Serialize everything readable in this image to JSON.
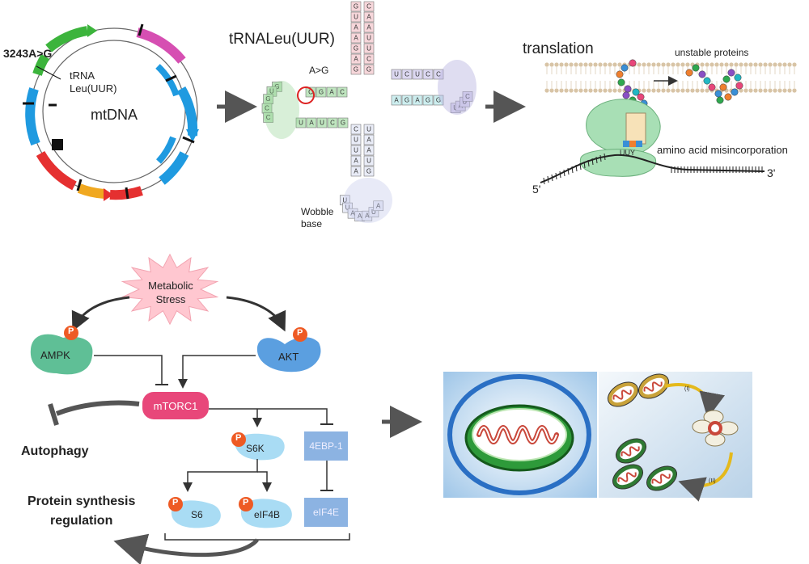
{
  "panels": {
    "mtdna": {
      "mutation_label": "3243A>G",
      "trna_label_line1": "tRNA",
      "trna_label_line2": "Leu(UUR)",
      "center_label": "mtDNA"
    },
    "trna": {
      "title": "tRNALeu(UUR)",
      "mutation_label": "A>G",
      "wobble_line1": "Wobble",
      "wobble_line2": "base",
      "acceptor_stem_5": [
        "G",
        "U",
        "A",
        "A",
        "G",
        "A",
        "G"
      ],
      "acceptor_stem_3": [
        "C",
        "A",
        "A",
        "U",
        "U",
        "C",
        "G"
      ],
      "d_stem_top": [
        "C",
        "G",
        "A",
        "C"
      ],
      "d_stem_bottom": [
        "U",
        "A",
        "U",
        "C",
        "G"
      ],
      "d_loop": [
        "G",
        "U",
        "G",
        "C",
        "C"
      ],
      "t_stem_top": [
        "U",
        "C",
        "U",
        "C",
        "C"
      ],
      "t_stem_bottom": [
        "A",
        "G",
        "A",
        "G",
        "G"
      ],
      "t_loop": [
        "U",
        "A",
        "U",
        "C"
      ],
      "anticodon_stem_left": [
        "C",
        "U",
        "U",
        "A",
        "A"
      ],
      "anticodon_stem_right": [
        "U",
        "A",
        "A",
        "U",
        "G"
      ],
      "anticodon_loop": [
        "U",
        "U",
        "A",
        "A",
        "A",
        "U",
        "A"
      ]
    },
    "translation": {
      "title": "translation",
      "unstable_label": "unstable proteins",
      "misincorporation_label": "amino acid misincorporation",
      "codon_label": "UUY",
      "five_prime": "5'",
      "three_prime": "3'"
    },
    "signaling": {
      "stress_line1": "Metabolic",
      "stress_line2": "Stress",
      "ampk": "AMPK",
      "akt": "AKT",
      "mtorc1": "mTORC1",
      "s6k": "S6K",
      "ebp": "4EBP-1",
      "s6": "S6",
      "eif4b": "eIF4B",
      "eif4e": "eIF4E",
      "autophagy": "Autophagy",
      "protein_line1": "Protein synthesis",
      "protein_line2": "regulation",
      "phospho": "P"
    },
    "mitophagy": {
      "step_1": "(I)",
      "step_2": "(II)"
    }
  },
  "colors": {
    "arrow": "#555555",
    "ampk": "#5fbf96",
    "akt": "#5b9fe0",
    "mtorc1": "#e8477a",
    "protein_light": "#a9dcf4",
    "ebp": "#8cb3e2",
    "phospho": "#ee5a24",
    "stress": "#ffc7d0"
  }
}
